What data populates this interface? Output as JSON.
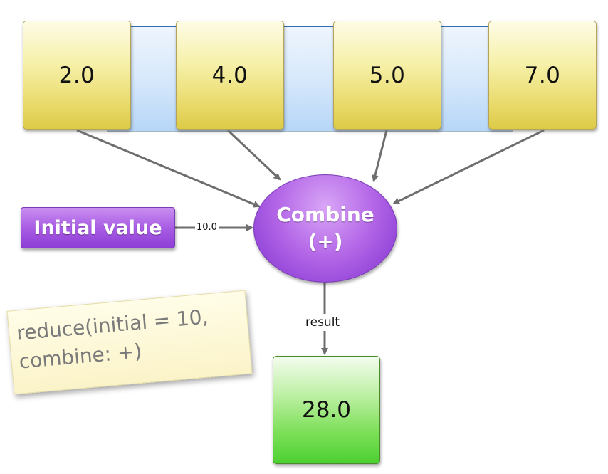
{
  "inputs": {
    "values": [
      "2.0",
      "4.0",
      "5.0",
      "7.0"
    ]
  },
  "initial": {
    "label": "Initial value",
    "edge_label": "10.0"
  },
  "combine": {
    "line1": "Combine",
    "line2": "(+)"
  },
  "result": {
    "edge_label": "result",
    "value": "28.0"
  },
  "note": {
    "line1": "reduce(initial = 10,",
    "line2": "combine: +)"
  },
  "colors": {
    "input_box": "#f2e88a",
    "array_strip": "#cfe3fa",
    "combine_node": "#a95de4",
    "result_box": "#7ee05a",
    "arrow": "#6e6e6e",
    "note": "#fdf7d6"
  }
}
